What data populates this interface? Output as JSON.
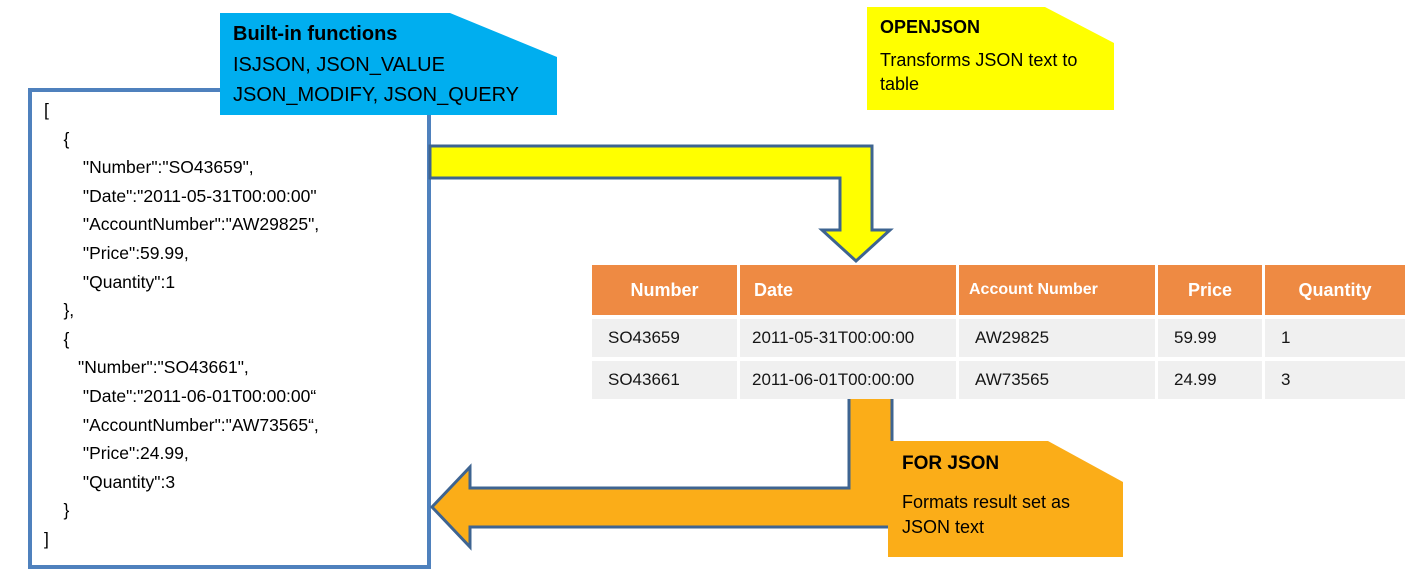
{
  "palette": {
    "json_box_border": "#4F81BD",
    "arrow_outline": "#3E6491",
    "openjson_arrow_fill": "#FFFF00",
    "forjson_arrow_fill": "#FBAD18",
    "builtin_callout_bg": "#00AEEF",
    "openjson_callout_bg": "#FFFF00",
    "forjson_callout_bg": "#FBAD18",
    "table_header_bg": "#EE8A43",
    "table_row_bg": "#F0F0F0"
  },
  "json_box": {
    "lines": [
      "[",
      "    {",
      "        \"Number\":\"SO43659\",",
      "        \"Date\":\"2011-05-31T00:00:00\"",
      "        \"AccountNumber\":\"AW29825\",",
      "        \"Price\":59.99,",
      "        \"Quantity\":1",
      "    },",
      "    {",
      "       \"Number\":\"SO43661\",",
      "        \"Date\":\"2011-06-01T00:00:00“",
      "        \"AccountNumber\":\"AW73565“,",
      "        \"Price\":24.99,",
      "        \"Quantity\":3",
      "    }",
      "]"
    ]
  },
  "callouts": {
    "builtin": {
      "title": "Built-in functions",
      "line1": "ISJSON, JSON_VALUE",
      "line2": "JSON_MODIFY, JSON_QUERY"
    },
    "openjson": {
      "title": "OPENJSON",
      "body": "Transforms JSON text to table"
    },
    "forjson": {
      "title": "FOR JSON",
      "body": "Formats result set as JSON text"
    }
  },
  "table": {
    "headers": [
      "Number",
      "Date",
      "Account Number",
      "Price",
      "Quantity"
    ],
    "rows": [
      [
        "SO43659",
        "2011-05-31T00:00:00",
        "AW29825",
        "59.99",
        "1"
      ],
      [
        "SO43661",
        "2011-06-01T00:00:00",
        "AW73565",
        "24.99",
        "3"
      ]
    ]
  }
}
